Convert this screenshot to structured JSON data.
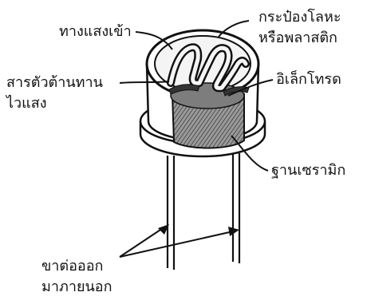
{
  "labels": {
    "light_window": "ทางแสงเข้า",
    "metal_can_line1": "กระป๋องโลหะ",
    "metal_can_line2": "หรือพลาสติก",
    "photoresistor_line1": "สารตัวต้านทาน",
    "photoresistor_line2": "ไวแสง",
    "electrode": "อิเล็กโทรด",
    "ceramic_base": "ฐานเซรามิก",
    "leads_line1": "ขาต่อออก",
    "leads_line2": "มาภายนอก"
  },
  "colors": {
    "ink": "#111111",
    "paper": "#ffffff",
    "ceramic": "#8a8a8a",
    "ceramic_dark": "#5a5a5a"
  }
}
